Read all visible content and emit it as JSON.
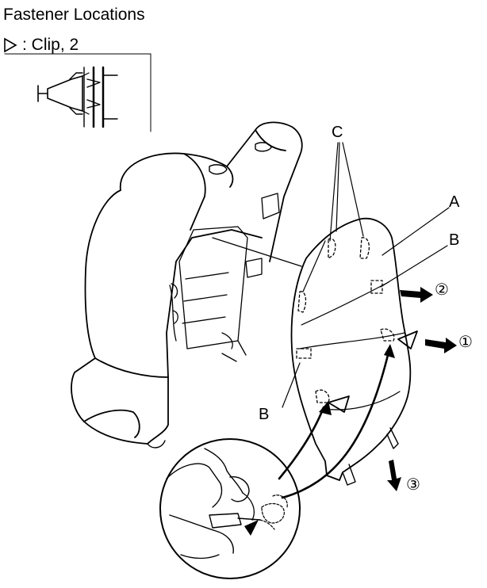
{
  "header": {
    "title": "Fastener Locations",
    "legend_label": ": Clip, 2"
  },
  "callouts": {
    "c": "C",
    "a": "A",
    "b_upper": "B",
    "b_lower": "B"
  },
  "steps": {
    "one": "①",
    "two": "②",
    "three": "③"
  },
  "icons": {
    "clip_marker": "triangle-outline-icon",
    "direction": "bold-arrow-icon"
  },
  "colors": {
    "ink": "#000000",
    "background": "#ffffff"
  }
}
